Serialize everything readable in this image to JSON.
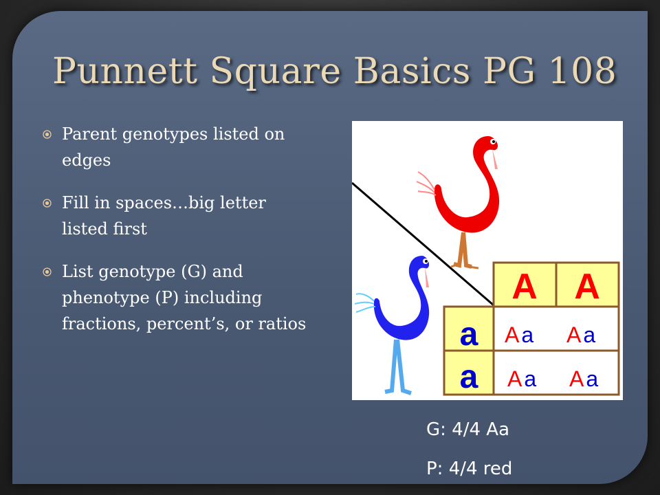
{
  "slide": {
    "title": "Punnett Square Basics PG 108",
    "bullets": [
      "Parent genotypes listed on edges",
      "Fill in spaces…big letter listed first",
      "List genotype (G) and phenotype (P) including fractions, percent’s, or ratios"
    ],
    "punnett": {
      "top_alleles": [
        "A",
        "A"
      ],
      "side_alleles": [
        "a",
        "a"
      ],
      "cells": [
        [
          "A",
          "a"
        ],
        [
          "A",
          "a"
        ],
        [
          "A",
          "a"
        ],
        [
          "A",
          "a"
        ]
      ]
    },
    "results": {
      "genotype": "G: 4/4 Aa",
      "phenotype": "P: 4/4 red"
    },
    "colors": {
      "dominant": "#ff0000",
      "recessive": "#0000cc",
      "top_header_fill": "#ffff99",
      "side_header_fill": "#ffff99",
      "grid_border": "#8b5a2b",
      "red_bird": "#ee0000",
      "blue_bird": "#2222ee"
    }
  }
}
